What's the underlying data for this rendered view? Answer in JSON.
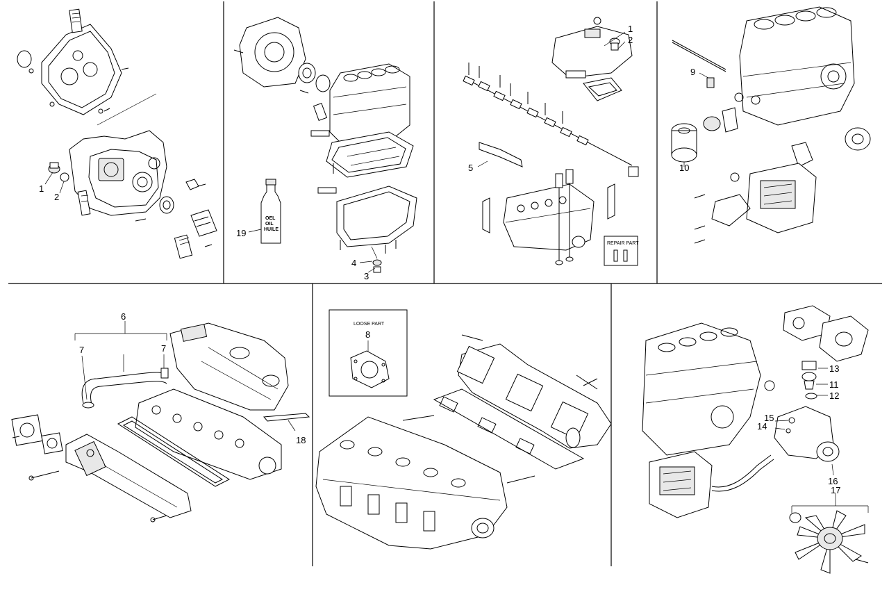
{
  "callouts": {
    "c1a": "1",
    "c2a": "2",
    "c19": "19",
    "c4": "4",
    "c3": "3",
    "c1b": "1",
    "c2b": "2",
    "c5": "5",
    "c9": "9",
    "c10": "10",
    "c6": "6",
    "c7a": "7",
    "c7b": "7",
    "c18": "18",
    "c8": "8",
    "c13": "13",
    "c11": "11",
    "c12": "12",
    "c15": "15",
    "c14": "14",
    "c16": "16",
    "c17": "17"
  },
  "boxes": {
    "repair_part": "REPAIR PART",
    "loose_part": "LOOSE PART"
  },
  "bottle": {
    "line1": "OEL",
    "line2": "OIL",
    "line3": "HUILE"
  },
  "colors": {
    "ink": "#000000",
    "paper": "#ffffff",
    "shade": "#e8e8e8"
  }
}
